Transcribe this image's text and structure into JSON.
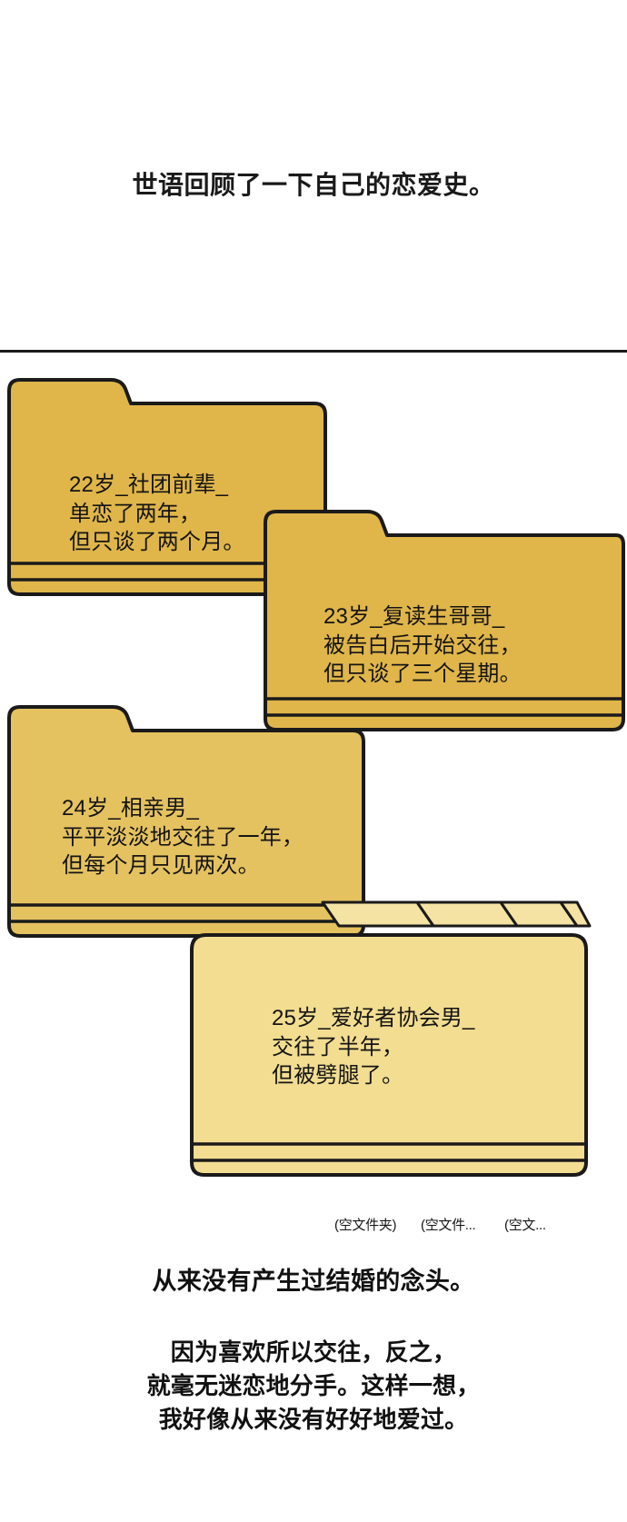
{
  "panel": {
    "top_narration": "世语回顾了一下自己的恋爱史。",
    "divider_color": "#1a1a1a",
    "background_color": "#ffffff"
  },
  "folders": [
    {
      "id": "folder-22",
      "fill": "#e0b64a",
      "tab_fill": "#e8c35c",
      "stroke": "#1a1a1a",
      "lines": [
        "22岁_社团前辈_",
        "单恋了两年，",
        "但只谈了两个月。"
      ]
    },
    {
      "id": "folder-23",
      "fill": "#e0b64a",
      "tab_fill": "#e8c35c",
      "stroke": "#1a1a1a",
      "lines": [
        "23岁_复读生哥哥_",
        "被告白后开始交往，",
        "但只谈了三个星期。"
      ]
    },
    {
      "id": "folder-24",
      "fill": "#e5c260",
      "tab_fill": "#ebcd74",
      "stroke": "#1a1a1a",
      "lines": [
        "24岁_相亲男_",
        "平平淡淡地交往了一年，",
        "但每个月只见两次。"
      ]
    },
    {
      "id": "folder-25",
      "fill": "#f2dd91",
      "tab_fill": "#f5e3a4",
      "stroke": "#1a1a1a",
      "lines": [
        "25岁_爱好者协会男_",
        "交往了半年，",
        "但被劈腿了。"
      ]
    }
  ],
  "empty_tabs": [
    "(空文件夹)",
    "(空文件...",
    "(空文..."
  ],
  "bottom": {
    "line_1": "从来没有产生过结婚的念头。",
    "paragraph": [
      "因为喜欢所以交往，反之，",
      "就毫无迷恋地分手。这样一想，",
      "我好像从来没有好好地爱过。"
    ]
  }
}
